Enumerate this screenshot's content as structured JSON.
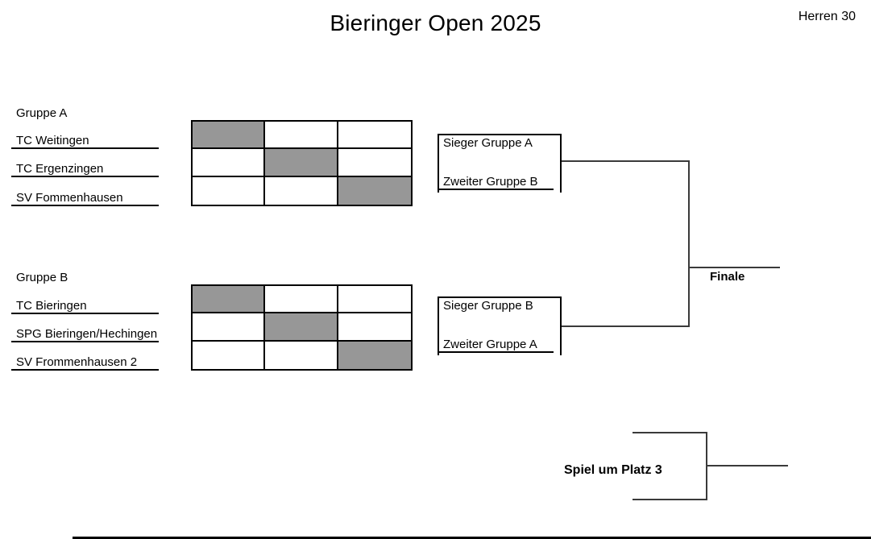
{
  "header": {
    "title": "Bieringer Open 2025",
    "category": "Herren 30"
  },
  "groups": [
    {
      "label": "Gruppe A",
      "teams": [
        "TC Weitingen",
        "TC Ergenzingen",
        "SV Fommenhausen"
      ]
    },
    {
      "label": "Gruppe B",
      "teams": [
        "TC Bieringen",
        "SPG Bieringen/Hechingen",
        "SV Frommenhausen 2"
      ]
    }
  ],
  "bracket": {
    "semifinals": [
      {
        "top": "Sieger Gruppe A",
        "bottom": "Zweiter Gruppe B"
      },
      {
        "top": "Sieger Gruppe B",
        "bottom": "Zweiter Gruppe A"
      }
    ],
    "final_label": "Finale",
    "third_place_label": "Spiel um Platz 3"
  },
  "colors": {
    "diagonal_cell": "#979797",
    "grid_line": "#000000",
    "connector_line": "#3a3a3a"
  }
}
